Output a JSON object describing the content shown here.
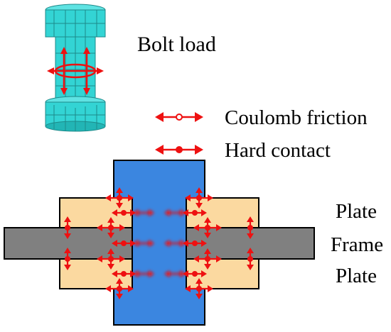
{
  "labels": {
    "bolt_load": "Bolt load",
    "coulomb_friction": "Coulomb friction",
    "hard_contact": "Hard contact",
    "plate_top": "Plate",
    "frame": "Frame",
    "plate_bottom": "Plate"
  },
  "colors": {
    "bolt_mesh": "#33d4d4",
    "bolt_mesh_dark": "#22b5b5",
    "mesh_line": "#1d8a8a",
    "bolt_body": "#3b86e0",
    "plate": "#fbd9a0",
    "frame": "#808080",
    "arrow": "#ee1111",
    "outline": "#000000"
  },
  "legend": [
    {
      "symbol": "open-circle-double-arrow",
      "label_key": "coulomb_friction"
    },
    {
      "symbol": "filled-circle-double-arrow",
      "label_key": "hard_contact"
    }
  ]
}
